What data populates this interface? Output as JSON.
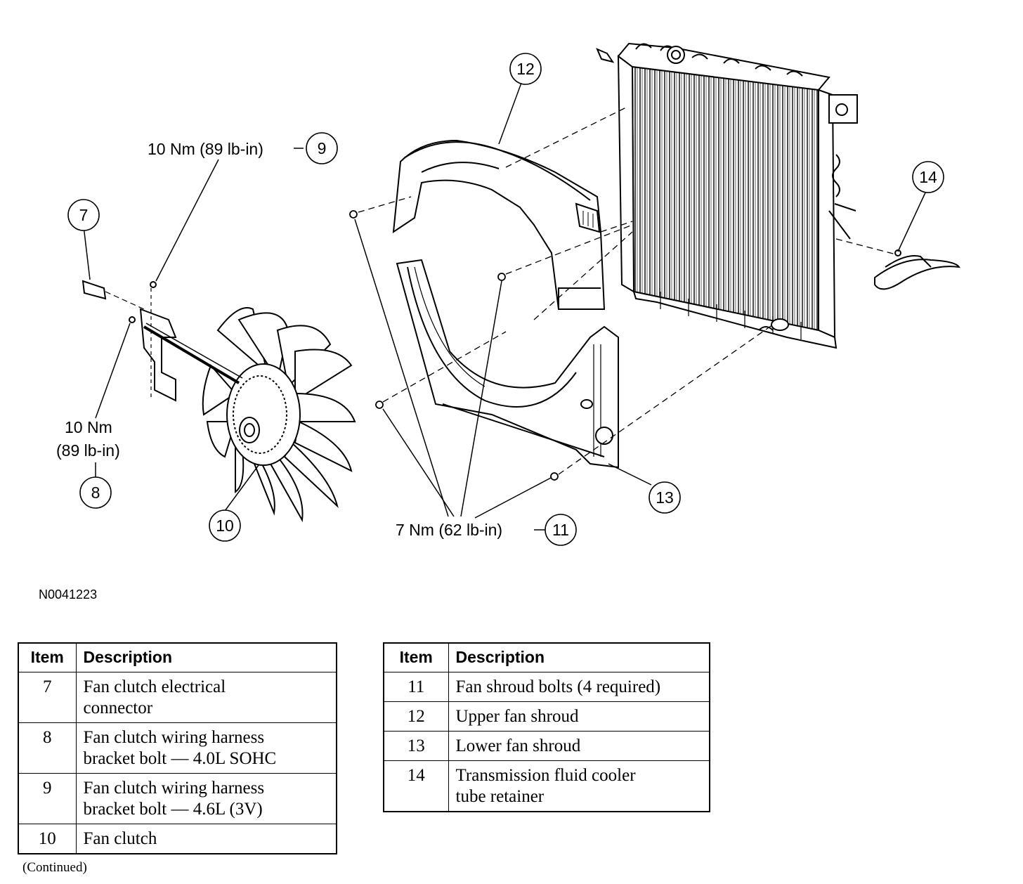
{
  "figure_id": "N0041223",
  "callouts": {
    "c7": "7",
    "c8": "8",
    "c9": "9",
    "c10": "10",
    "c11": "11",
    "c12": "12",
    "c13": "13",
    "c14": "14"
  },
  "torque_labels": {
    "item9": "10 Nm (89 lb-in)",
    "item8_line1": "10 Nm",
    "item8_line2": "(89 lb-in)",
    "item11": "7 Nm (62 lb-in)"
  },
  "tables": {
    "left": {
      "headers": [
        "Item",
        "Description"
      ],
      "rows": [
        {
          "item": "7",
          "line1": "Fan clutch electrical",
          "line2": "connector"
        },
        {
          "item": "8",
          "line1": "Fan clutch wiring harness",
          "line2": "bracket bolt — 4.0L SOHC"
        },
        {
          "item": "9",
          "line1": "Fan clutch wiring harness",
          "line2": "bracket bolt — 4.6L (3V)"
        },
        {
          "item": "10",
          "line1": "Fan clutch",
          "line2": ""
        }
      ]
    },
    "right": {
      "headers": [
        "Item",
        "Description"
      ],
      "rows": [
        {
          "item": "11",
          "line1": "Fan shroud bolts (4 required)",
          "line2": ""
        },
        {
          "item": "12",
          "line1": "Upper fan shroud",
          "line2": ""
        },
        {
          "item": "13",
          "line1": "Lower fan shroud",
          "line2": ""
        },
        {
          "item": "14",
          "line1": "Transmission fluid cooler",
          "line2": "tube retainer"
        }
      ]
    }
  },
  "continued_note": "(Continued)"
}
